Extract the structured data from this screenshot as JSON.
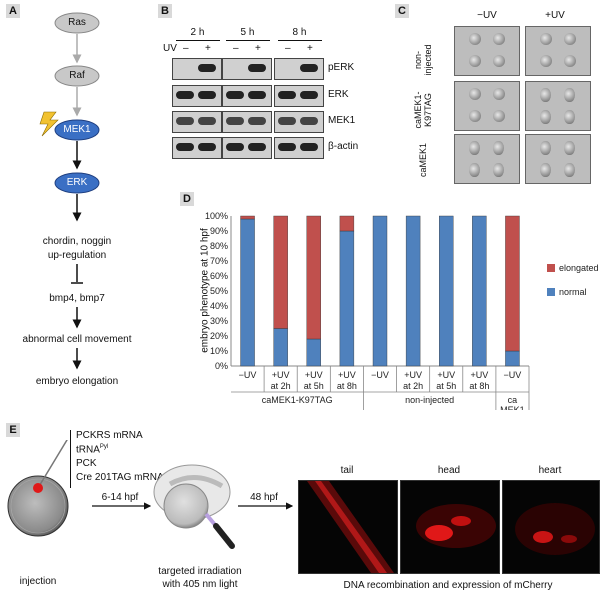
{
  "panels": {
    "a": "A",
    "b": "B",
    "c": "C",
    "d": "D",
    "e": "E"
  },
  "panelA": {
    "nodes": [
      "Ras",
      "Raf",
      "MEK1",
      "ERK"
    ],
    "steps": [
      "chordin, noggin",
      "up-regulation",
      "bmp4, bmp7",
      "abnormal cell movement",
      "embryo elongation"
    ],
    "colors": {
      "grey_node": "#c8c8c8",
      "blue_node": "#3a6fc4",
      "bolt": "#f2c230"
    }
  },
  "panelB": {
    "uv_label": "UV",
    "times": [
      "2 h",
      "5 h",
      "8 h"
    ],
    "minus": "–",
    "plus": "+",
    "rows": [
      "pERK",
      "ERK",
      "MEK1",
      "β-actin"
    ]
  },
  "panelC": {
    "columns": [
      "−UV",
      "+UV"
    ],
    "rows": [
      "non-\ninjected",
      "caMEK1-\nK97TAG",
      "caMEK1"
    ]
  },
  "panelD": {
    "chart_data": {
      "type": "bar",
      "stacked": true,
      "ylabel": "embryo phenotype at 10 hpf",
      "yticks": [
        "0%",
        "10%",
        "20%",
        "30%",
        "40%",
        "50%",
        "60%",
        "70%",
        "80%",
        "90%",
        "100%"
      ],
      "ylim": [
        0,
        100
      ],
      "categories": [
        "−UV",
        "+UV\nat 2h",
        "+UV\nat 5h",
        "+UV\nat 8h",
        "−UV",
        "+UV\nat 2h",
        "+UV\nat 5h",
        "+UV\nat 8h",
        "−UV"
      ],
      "groups": [
        {
          "label": "caMEK1-K97TAG",
          "count": 4
        },
        {
          "label": "non-injected",
          "count": 4
        },
        {
          "label": "ca\nMEK1",
          "count": 1
        }
      ],
      "series": [
        {
          "name": "normal",
          "color": "#4f81bd",
          "values": [
            98,
            25,
            18,
            90,
            100,
            100,
            100,
            100,
            10
          ]
        },
        {
          "name": "elongated",
          "color": "#c0504d",
          "values": [
            2,
            75,
            82,
            10,
            0,
            0,
            0,
            0,
            90
          ]
        }
      ],
      "legend_placement": "right",
      "grid": false
    }
  },
  "panelE": {
    "list": [
      "PCKRS mRNA",
      "tRNAPyl",
      "PCK",
      "Cre 201TAG mRNA"
    ],
    "trna_base": "tRNA",
    "trna_sup": "Pyl",
    "arrow1": "6-14 hpf",
    "arrow2": "48 hpf",
    "captions": {
      "injection": "injection",
      "irr1": "targeted irradiation",
      "irr2": "with 405 nm light",
      "dna": "DNA recombination and expression of mCherry"
    },
    "fluor": [
      "tail",
      "head",
      "heart"
    ]
  }
}
